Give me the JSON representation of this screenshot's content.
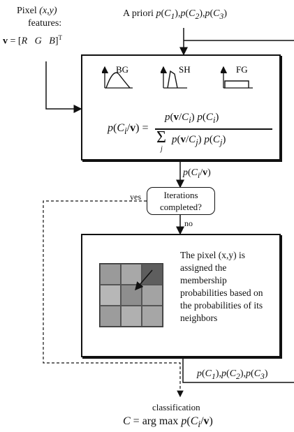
{
  "input": {
    "pixel_label": "Pixel",
    "pixel_coords": "(x,y)",
    "features_label": "features:",
    "vector_equation": "v = [R   G   B]",
    "vector_superscript": "T"
  },
  "prior": {
    "label": "A priori",
    "formula": "p(C1),p(C2),p(C3)"
  },
  "bayes_box": {
    "icons": [
      {
        "label": "BG",
        "icon": "bg-curve-icon"
      },
      {
        "label": "SH",
        "icon": "sh-peak-icon"
      },
      {
        "label": "FG",
        "icon": "fg-step-icon"
      }
    ],
    "formula_lhs": "p(Ci/v) =",
    "formula_numerator": "p(v/Ci) p(Ci)",
    "formula_denominator_sum": "Σ",
    "formula_denominator_index": "j",
    "formula_denominator": "p(v/Cj) p(Cj)"
  },
  "posterior_label": "p(Ci/v)",
  "decision": {
    "line1": "Iterations",
    "line2": "completed?",
    "yes": "yes",
    "no": "no"
  },
  "neighbor_box": {
    "description_lines": [
      "The pixel (x,y) is",
      "assigned the",
      "membership",
      "probabilities based on",
      "the probabilities of its",
      "neighbors"
    ],
    "grid_shades": [
      "#9a9a9a",
      "#a8a8a8",
      "#5e5e5e",
      "#b7b7b7",
      "#8e8e8e",
      "#a3a3a3",
      "#9c9c9c",
      "#b0b0b0",
      "#a6a6a6"
    ]
  },
  "updated_priors": "p(C1),p(C2),p(C3)",
  "output": {
    "label": "classification",
    "formula": "C = arg max p(Ci/v)"
  },
  "colors": {
    "line": "#111111",
    "background": "#ffffff"
  }
}
